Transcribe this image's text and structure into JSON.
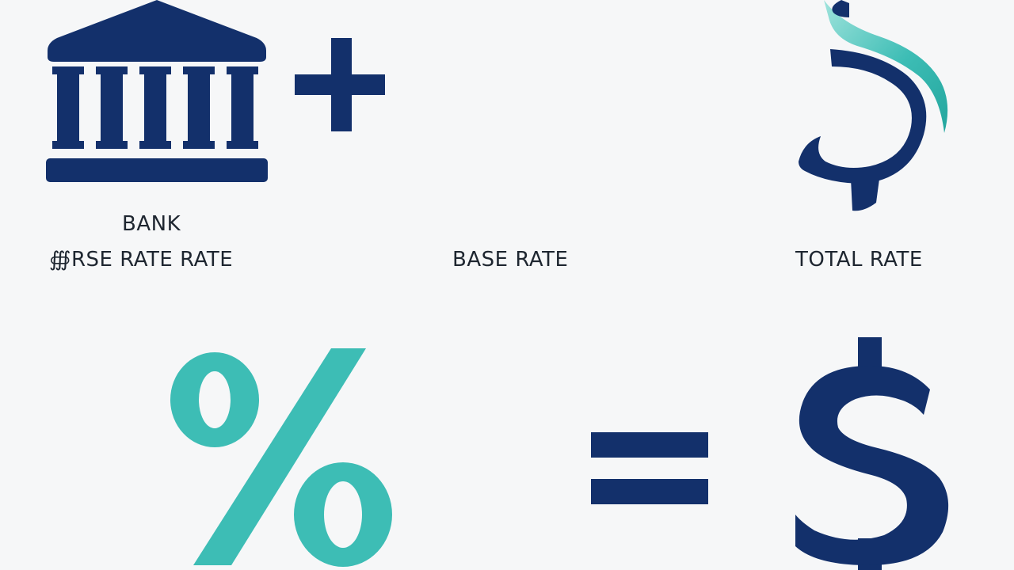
{
  "labels": {
    "bank": "BANK",
    "garbled_rate": "∰RSE RATE RATE",
    "base_rate": "BASE RATE",
    "total_rate": "TOTAL RATE"
  },
  "symbols": {
    "plus": "+",
    "percent": "%",
    "equals": "=",
    "dollar": "$"
  },
  "icons": [
    "bank-building-icon",
    "plus-icon",
    "dollar-icon",
    "percent-icon",
    "equals-icon"
  ],
  "colors": {
    "navy": "#13306b",
    "teal": "#3dbdb5",
    "text": "#1e2630",
    "background": "#f6f7f8"
  }
}
